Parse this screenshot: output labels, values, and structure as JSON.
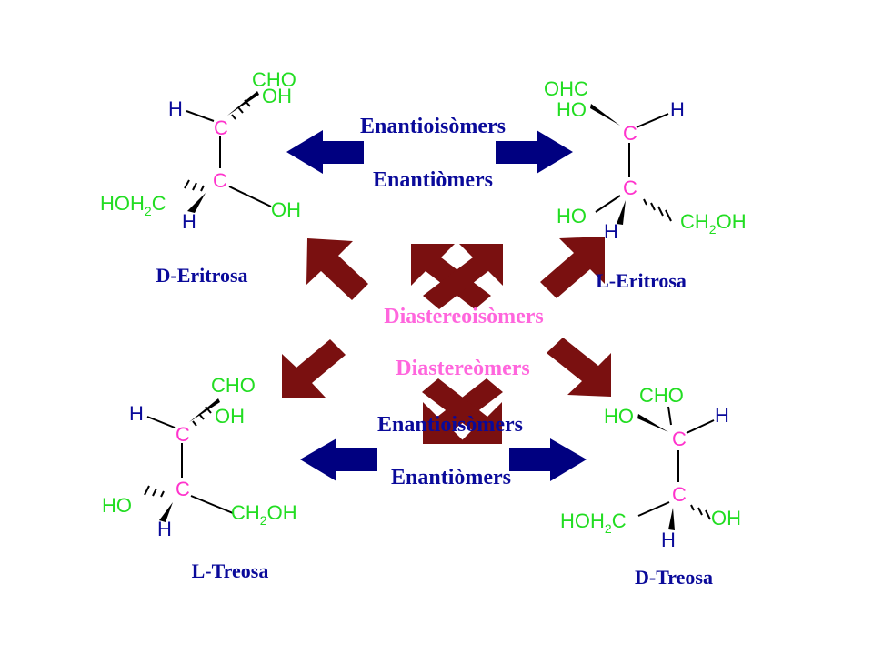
{
  "labels": {
    "enantio_top_1": "Enantioisòmers",
    "enantio_top_2": "Enantiòmers",
    "diastereo_1": "Diastereoisòmers",
    "diastereo_2": "Diastereòmers",
    "enantio_bottom_1": "Enantioisòmers",
    "enantio_bottom_2": "Enantiòmers"
  },
  "names": {
    "d_eritrosa": "D-Eritrosa",
    "l_eritrosa": "L-Eritrosa",
    "l_treosa": "L-Treosa",
    "d_treosa": "D-Treosa"
  },
  "atoms": {
    "carbon": "C",
    "hydrogen": "H",
    "cho": "CHO",
    "ohc": "OHC",
    "oh": "OH",
    "ho": "HO",
    "hoh": "HOH",
    "ch": "CH",
    "sub2": "2"
  },
  "colors": {
    "blue_arrow": "#000080",
    "red_arrow": "#7a1010",
    "label_blue": "#0a0a9a",
    "label_pink": "#ff66dd",
    "carbon": "#ff33cc",
    "group_green": "#22dd22"
  }
}
